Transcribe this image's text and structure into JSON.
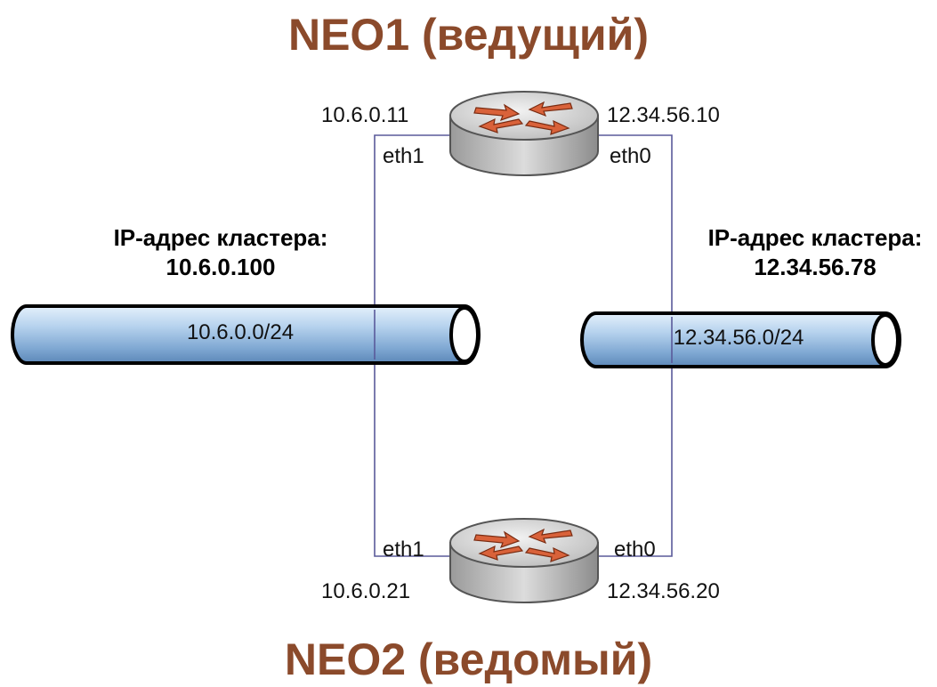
{
  "titles": {
    "top": "NEO1 (ведущий)",
    "bottom": "NEO2 (ведомый)"
  },
  "colors": {
    "title": "#8b4a2b",
    "link_line": "#5a5a9a",
    "pipe_fill": "#a9c8e6",
    "router_arrows": "#d9623a",
    "router_body": "#c8c8c8"
  },
  "routers": {
    "neo1": {
      "icon": "router-icon",
      "left_ip": "10.6.0.11",
      "right_ip": "12.34.56.10",
      "left_iface": "eth1",
      "right_iface": "eth0"
    },
    "neo2": {
      "icon": "router-icon",
      "left_ip": "10.6.0.21",
      "right_ip": "12.34.56.20",
      "left_iface": "eth1",
      "right_iface": "eth0"
    }
  },
  "clusters": {
    "left": {
      "caption": "IP-адрес кластера:",
      "address": "10.6.0.100",
      "network": "10.6.0.0/24"
    },
    "right": {
      "caption": "IP-адрес кластера:",
      "address": "12.34.56.78",
      "network": "12.34.56.0/24"
    }
  }
}
